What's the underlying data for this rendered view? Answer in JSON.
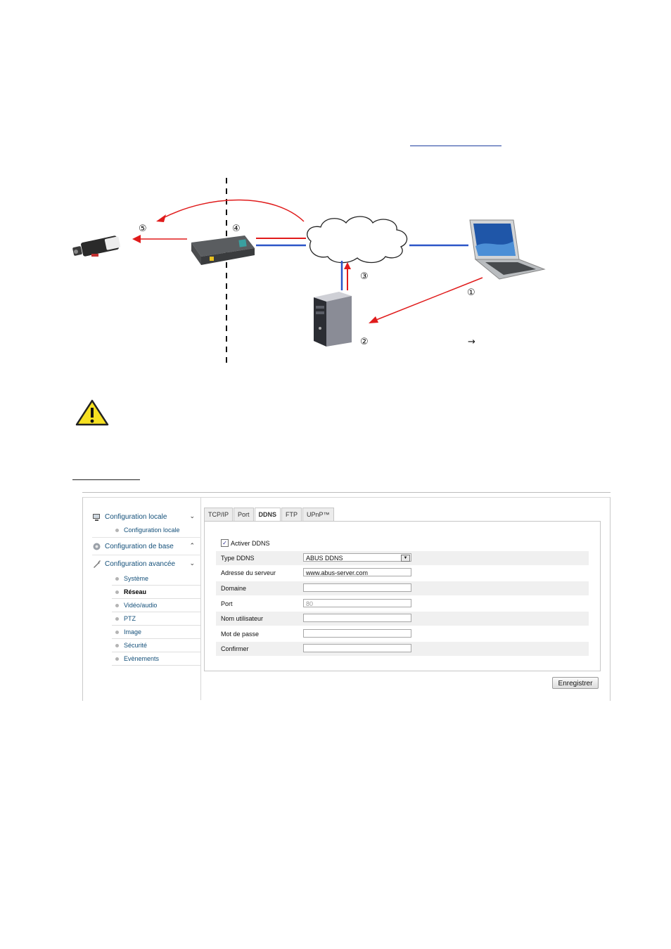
{
  "diagram": {
    "labels": {
      "n1": "①",
      "n2": "②",
      "n3": "③",
      "n4": "④",
      "n5": "⑤",
      "arrow": "→"
    }
  },
  "icons": {
    "warning": "warning-triangle-icon",
    "network": "network-config-icon",
    "base": "basic-config-icon",
    "advanced": "wrench-icon"
  },
  "sidebar": {
    "local_config": "Configuration locale",
    "local_config_sub": "Configuration locale",
    "base_config": "Configuration de base",
    "advanced_config": "Configuration avancée",
    "items": [
      "Système",
      "Réseau",
      "Vidéo/audio",
      "PTZ",
      "Image",
      "Sécurité",
      "Evènements"
    ],
    "active_item": "Réseau"
  },
  "tabs": [
    "TCP/IP",
    "Port",
    "DDNS",
    "FTP",
    "UPnP™"
  ],
  "active_tab": "DDNS",
  "form": {
    "enable_label": "Activer DDNS",
    "enable_checked": true,
    "type_label": "Type DDNS",
    "type_value": "ABUS DDNS",
    "server_label": "Adresse du serveur",
    "server_value": "www.abus-server.com",
    "domain_label": "Domaine",
    "domain_value": "",
    "port_label": "Port",
    "port_value": "80",
    "user_label": "Nom utilisateur",
    "user_value": "",
    "password_label": "Mot de passe",
    "password_value": "",
    "confirm_label": "Confirmer",
    "confirm_value": ""
  },
  "save_label": "Enregistrer",
  "colors": {
    "arrow_red": "#e01b1b",
    "link_blue": "#2b55c8",
    "ui_blue": "#14507a"
  }
}
